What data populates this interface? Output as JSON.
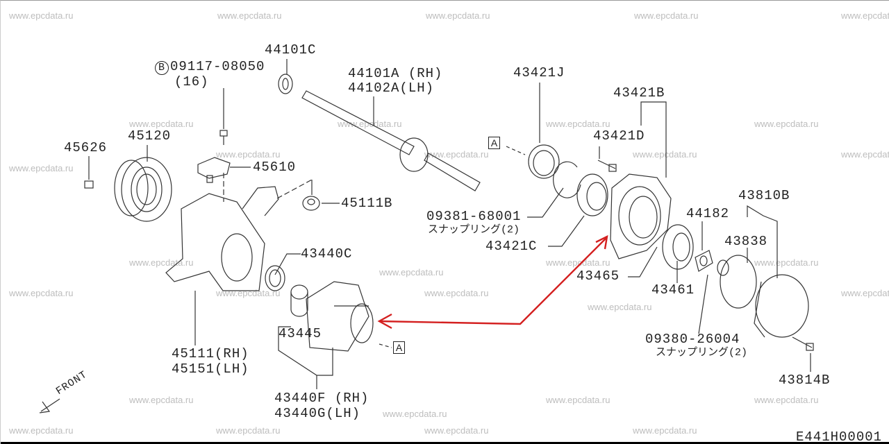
{
  "watermark": "www.epcdata.ru",
  "diagram_code": "E441H00001",
  "front_label": "FRONT",
  "ref_box": "A",
  "bolt_marker": "B",
  "parts": {
    "p44101C": "44101C",
    "p09117": "09117-08050",
    "p09117_qty": "(16)",
    "p44101A": "44101A (RH)",
    "p44102A": "44102A(LH)",
    "p43421J": "43421J",
    "p43421B": "43421B",
    "p43421D": "43421D",
    "p45626": "45626",
    "p45120": "45120",
    "p45610": "45610",
    "p45111B": "45111B",
    "p09381": "09381-68001",
    "p09381_note": "スナップリング(2)",
    "p43421C": "43421C",
    "p44182": "44182",
    "p43810B": "43810B",
    "p43838": "43838",
    "p43440C": "43440C",
    "p43465": "43465",
    "p43461": "43461",
    "p43445": "43445",
    "p09380": "09380-26004",
    "p09380_note": "スナップリング(2)",
    "p45111": "45111(RH)",
    "p45151": "45151(LH)",
    "p43814B": "43814B",
    "p43440F": "43440F (RH)",
    "p43440G": "43440G(LH)"
  }
}
